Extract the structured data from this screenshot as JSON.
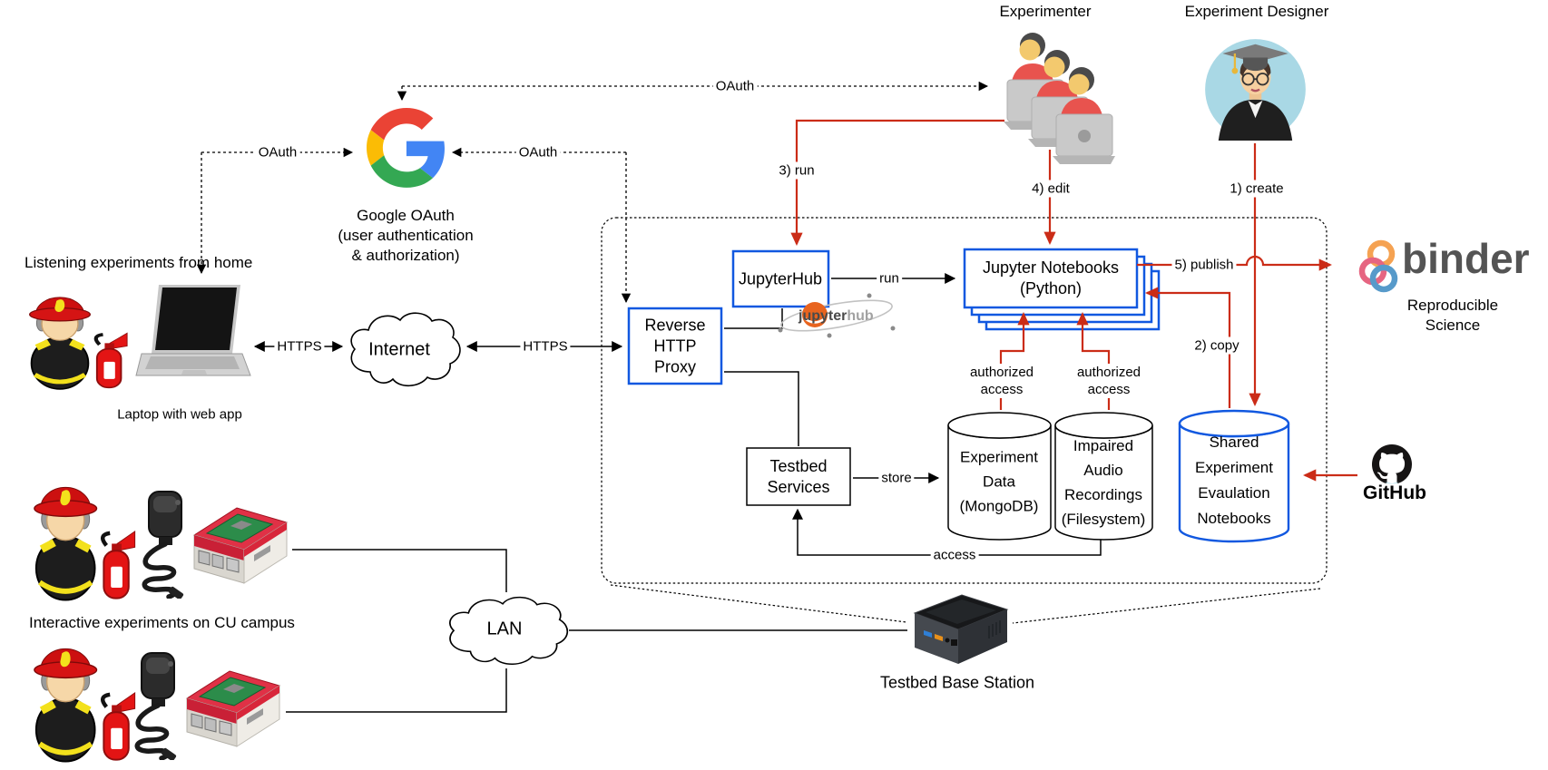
{
  "labels": {
    "experimenter": "Experimenter",
    "designer": "Experiment Designer",
    "listening": "Listening experiments from home",
    "laptop": "Laptop with web app",
    "interactive": "Interactive experiments on CU campus",
    "base_station": "Testbed Base Station",
    "google": "Google OAuth\n(user authentication\n& authorization)",
    "internet": "Internet",
    "lan": "LAN"
  },
  "nodes": {
    "proxy": "Reverse\nHTTP\nProxy",
    "jupyterhub": "JupyterHub",
    "notebooks": "Jupyter Notebooks\n(Python)",
    "services": "Testbed\nServices",
    "mongo": "Experiment\nData\n(MongoDB)",
    "audio": "Impaired\nAudio\nRecordings\n(Filesystem)",
    "shared": "Shared\nExperiment\nEvaulation\nNotebooks"
  },
  "edges": {
    "oauth": "OAuth",
    "https": "HTTPS",
    "run": "run",
    "store": "store",
    "access": "access",
    "authorized": "authorized\naccess",
    "create": "1) create",
    "copy": "2) copy",
    "run3": "3) run",
    "edit": "4) edit",
    "publish": "5) publish"
  },
  "logos": {
    "binder": "binder",
    "binder_sub": "Reproducible\nScience",
    "github": "GitHub",
    "jh_jupyter": "jupyter",
    "jh_hub": "hub"
  },
  "colors": {
    "flow_red": "#cb2c17",
    "box_blue": "#1158e0",
    "google_red": "#EA4335",
    "google_blue": "#4285F4",
    "google_yellow": "#FBBC05",
    "google_green": "#34A853",
    "binder_orange": "#F5A252",
    "binder_pink": "#E66581",
    "binder_blue": "#579ACA"
  }
}
